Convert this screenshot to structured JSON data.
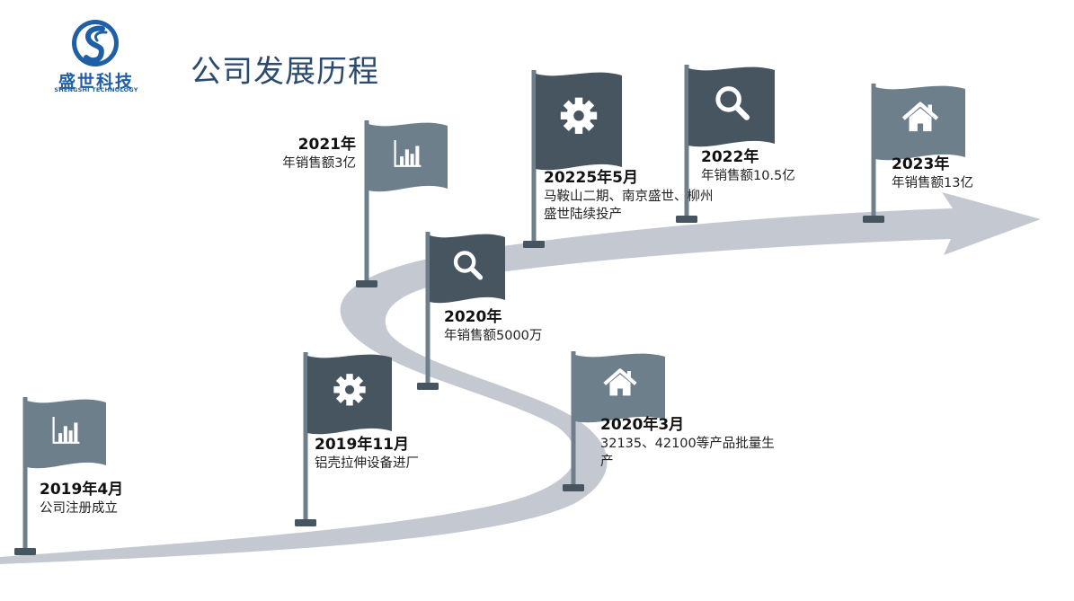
{
  "header": {
    "title": "公司发展历程",
    "logo_name": "盛世科技",
    "logo_subtitle": "SHENGSHI TECHNOLOGY"
  },
  "colors": {
    "title": "#2c4a6e",
    "logo_blue": "#1f5fa8",
    "flag_dark": "#465560",
    "flag_light": "#6e7f8c",
    "road": "#c4c9d1",
    "pole": "#6e7f8c"
  },
  "milestones": [
    {
      "year": "2019年4月",
      "text": "公司注册成立",
      "icon": "bar-chart-icon"
    },
    {
      "year": "2019年11月",
      "text": "铝壳拉伸设备进厂",
      "icon": "gear-icon"
    },
    {
      "year": "2020年",
      "text": "年销售额5000万",
      "icon": "search-icon"
    },
    {
      "year": "2020年3月",
      "text": "32135、42100等产品批量生产",
      "icon": "home-icon"
    },
    {
      "year": "2021年",
      "text": "年销售额3亿",
      "icon": "bar-chart-icon"
    },
    {
      "year": "20225年5月",
      "text": "马鞍山二期、南京盛世、柳州盛世陆续投产",
      "icon": "gear-icon"
    },
    {
      "year": "2022年",
      "text": "年销售额10.5亿",
      "icon": "search-icon"
    },
    {
      "year": "2023年",
      "text": "年销售额13亿",
      "icon": "home-icon"
    }
  ]
}
